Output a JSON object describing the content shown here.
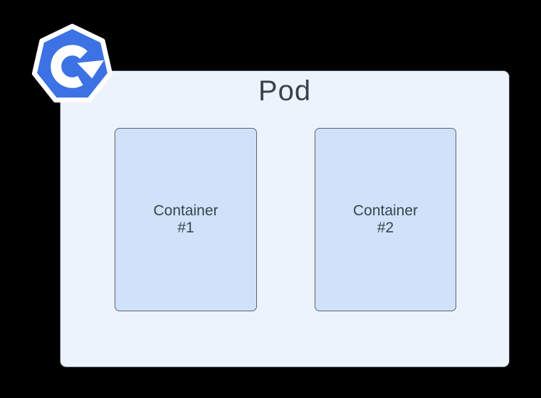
{
  "diagram": {
    "pod": {
      "title": "Pod",
      "containers": [
        {
          "label": "Container",
          "number": "#1"
        },
        {
          "label": "Container",
          "number": "#2"
        }
      ]
    }
  },
  "logo": {
    "icon": "kubernetes-heptagon-rotate-arrow-icon"
  },
  "colors": {
    "background": "#000000",
    "pod_fill": "#EDF3FC",
    "container_fill": "#D0E2FA",
    "border": "#454F5A",
    "border_soft": "#5A6470",
    "text": "#3A424D",
    "heptagon_fill": "#3C72E4",
    "logo_outline": "#FFFFFF",
    "arrow_color": "#FFFFFF"
  }
}
